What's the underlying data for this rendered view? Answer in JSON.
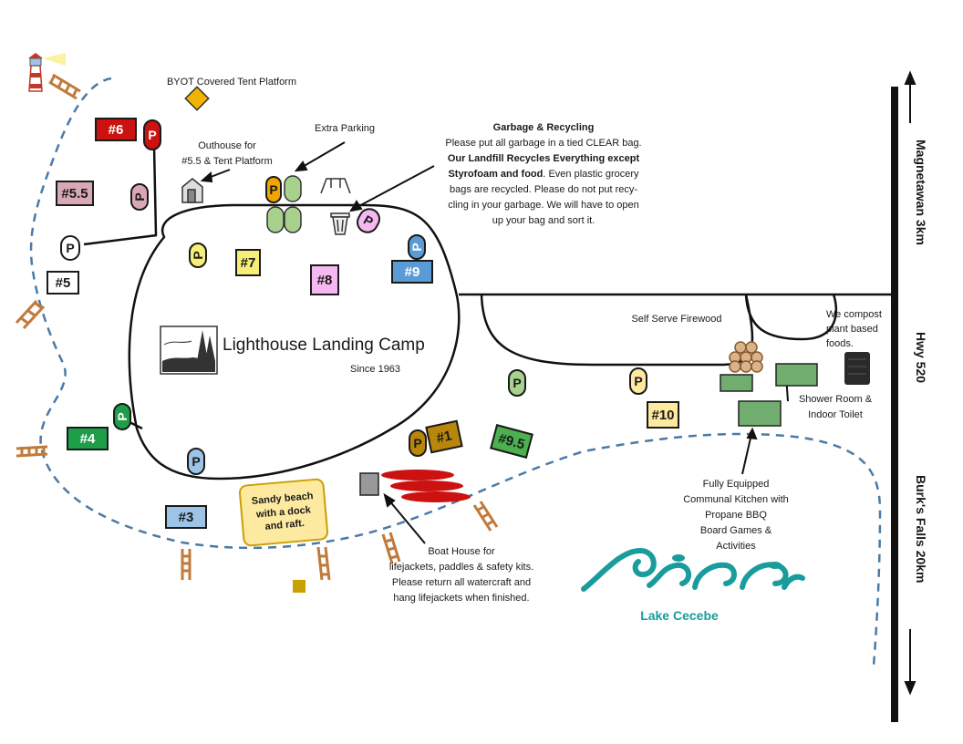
{
  "camp": {
    "name": "Lighthouse Landing Camp",
    "since": "Since 1963"
  },
  "labels": {
    "byot": "BYOT Covered Tent Platform",
    "extra_parking": "Extra Parking",
    "outhouse_line1": "Outhouse for",
    "outhouse_line2": "#5.5 & Tent Platform",
    "firewood": "Self Serve Firewood",
    "compost_line1": "We compost",
    "compost_line2": "plant based",
    "compost_line3": "foods.",
    "shower_line1": "Shower Room &",
    "shower_line2": "Indoor Toilet",
    "kitchen_lines": [
      "Fully Equipped",
      "Communal Kitchen with",
      "Propane BBQ",
      "Board Games &",
      "Activities"
    ],
    "boathouse_lines": [
      "Boat House for",
      "lifejackets, paddles & safety kits.",
      "Please return all watercraft and",
      "hang lifejackets when finished."
    ],
    "beach_lines": [
      "Sandy beach",
      "with a dock",
      "and raft."
    ],
    "lake": "Lake Cecebe"
  },
  "garbage": {
    "title": "Garbage & Recycling",
    "line1": "Please put all garbage in a tied CLEAR bag.",
    "bold1": "Our Landfill Recycles Everything except",
    "bold2": "Styrofoam and food",
    "rest2": ".  Even plastic grocery",
    "line3": "bags are recycled.  Please do not put recy-",
    "line4": "cling in your garbage.  We will have to open",
    "line5": "up your bag and sort it."
  },
  "roads": {
    "north": "Magnetawan 3km",
    "hwy": "Hwy 520",
    "south": "Burk's Falls 20km"
  },
  "sites": {
    "s6": "#6",
    "s55": "#5.5",
    "s5": "#5",
    "s7": "#7",
    "s8": "#8",
    "s9": "#9",
    "s4": "#4",
    "s3": "#3",
    "s1": "#1",
    "s95": "#9.5",
    "s10": "#10"
  },
  "parking_symbol": "P",
  "colors": {
    "site6": "#cc1111",
    "site55": "#d9a8b5",
    "site5": "#ffffff",
    "site7": "#f7ee77",
    "site8": "#f5b8f0",
    "site9": "#5b9bd5",
    "site4": "#1f9e4a",
    "site3": "#9dc3e6",
    "site1": "#b8860b",
    "site95": "#4caf50",
    "site10": "#fde9a0",
    "lake_line": "#4a7aa6",
    "lake_logo": "#1a9c9c",
    "dock": "#c07a3a",
    "building": "#70ad6f"
  }
}
